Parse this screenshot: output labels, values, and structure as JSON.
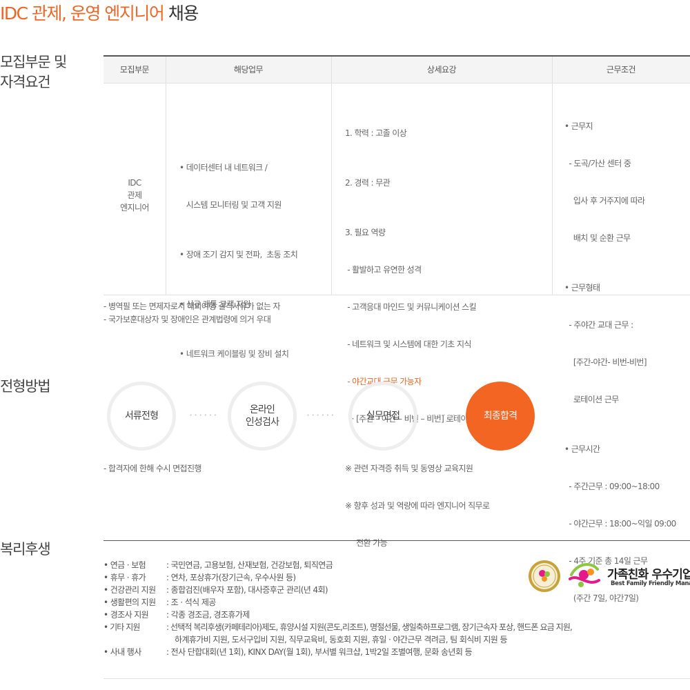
{
  "page_title": {
    "highlight": "IDC 관제, 운영 엔지니어",
    "rest": " 채용"
  },
  "sections": {
    "recruit": "모집부문 및\n자격요건",
    "process": "전형방법",
    "welfare": "복리후생"
  },
  "table": {
    "headers": [
      "모집부문",
      "해당업무",
      "상세요강",
      "근무조건"
    ],
    "division": [
      "IDC",
      "관제",
      "엔지니어"
    ],
    "duties": [
      "• 데이터센터 내 네트워크 /",
      "   시스템 모니터링 및 고객 지원",
      "• 장애 조기 감지 및 전파,  초동 조치",
      "• 신규 개통 고객 지원",
      "• 네트워크 케이블링 및 장비 설치"
    ],
    "details": {
      "education": "1. 학력 : 고졸 이상",
      "career": "2. 경력 : 무관",
      "skills_title": "3. 필요 역량",
      "skills": [
        " - 활발하고 유연한 성격",
        " - 고객응대 마인드 및 커뮤니케이션 스킬",
        " - 네트워크 및 시스템에 대한 기초 지식"
      ],
      "night_shift": " - 야간교대 근무 가능자",
      "rotation": "   · [주간 – 야간 – 비번 – 비번] 로테이션 근무",
      "notes": [
        "※ 관련 자격증 취득 및 동영상 교육지원",
        "※ 향후 성과 및 역량에 따라 엔지니어 직무로",
        "     전환 가능"
      ]
    },
    "conditions": {
      "location": [
        "• 근무지",
        "  - 도곡/가산 센터 중",
        "    입사 후 거주지에 따라",
        "    배치 및 순환 근무"
      ],
      "type": [
        "• 근무형태",
        "  - 주야간 교대 근무 :",
        "    [주간-야간- 비번-비번]",
        "    로테이션 근무"
      ],
      "hours": [
        "• 근무시간",
        "  - 주간근무 : 09:00~18:00",
        "  - 야간근무 : 18:00~익일 09:00",
        "  - 4주 기준 총 14일 근무",
        "    (주간 7일, 야간7일)"
      ]
    }
  },
  "requirements_notes": [
    "- 병역필 또는 면제자로서 해외여행 결격사유가 없는 자",
    "- 국가보훈대상자 및 장애인은 관계법령에 의거 우대"
  ],
  "process": {
    "steps": [
      "서류전형",
      "온라인\n인성검사",
      "실무면접",
      "최종합격"
    ],
    "dots": "······",
    "note": "- 합격자에 한해 수시 면접진행"
  },
  "welfare": {
    "items": [
      {
        "label": "• 연금 · 보험",
        "text": ": 국민연금, 고용보험, 산재보험, 건강보험, 퇴직연금"
      },
      {
        "label": "• 휴무 · 휴가",
        "text": ": 연차, 포상휴가(장기근속, 우수사원 등)"
      },
      {
        "label": "• 건강관리 지원",
        "text": ": 종합검진(배우자 포함), 대사증후군 관리(년 4회)"
      },
      {
        "label": "• 생활편의 지원",
        "text": ": 조 · 석식 제공"
      },
      {
        "label": "• 경조사 지원",
        "text": ": 각종 경조금, 경조휴가제"
      },
      {
        "label": "• 기타 지원",
        "text": ": 선택적 복리후생(카페테리아)제도, 휴양시설 지원(콘도,리조트), 명절선물, 생일축하프로그램, 장기근속자 포상, 핸드폰 요금 지원,"
      },
      {
        "label": "• 사내 행사",
        "text": ": 전사 단합대회(년 1회), KINX DAY(월 1회), 부서별 워크샵, 1박2일 조별여행, 문화 송년회 등"
      }
    ],
    "other_continued": "하계휴가비 지원, 도서구입비 지원, 직무교육비, 동호회 지원, 휴일 · 야간근무 격려금, 팀 회식비 지원 등",
    "badge": {
      "title": "가족친화 우수기업",
      "subtitle": "Best Family Friendly Management"
    }
  },
  "colors": {
    "accent": "#f26522",
    "circle_border": "#eeeeee",
    "header_bg": "#f4f4f4"
  }
}
